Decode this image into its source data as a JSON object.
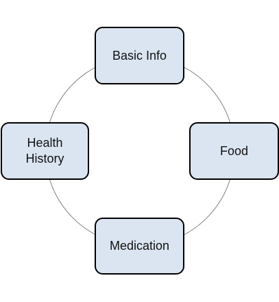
{
  "colors": {
    "node_fill": "#dbe5f1",
    "node_border": "#000000",
    "ring_line": "#7f7f7f"
  },
  "nodes": {
    "top": "Basic Info",
    "right": "Food",
    "bottom": "Medication",
    "left": "Health\nHistory"
  }
}
